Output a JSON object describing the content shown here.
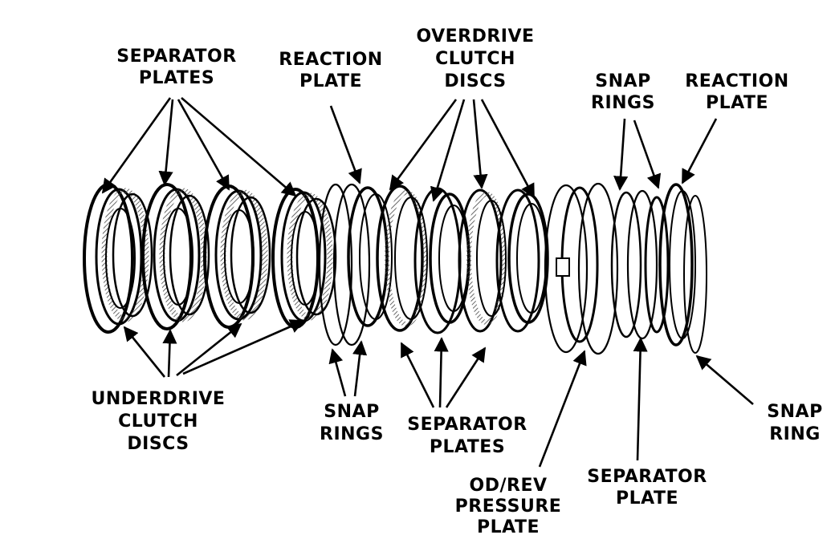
{
  "diagram": {
    "labels": {
      "separator_plates_left": [
        "SEPARATOR",
        "PLATES"
      ],
      "reaction_plate_left": [
        "REACTION",
        "PLATE"
      ],
      "overdrive_clutch_discs": [
        "OVERDRIVE",
        "CLUTCH",
        "DISCS"
      ],
      "snap_rings_top": [
        "SNAP",
        "RINGS"
      ],
      "reaction_plate_right": [
        "REACTION",
        "PLATE"
      ],
      "underdrive_clutch_discs": [
        "UNDERDRIVE",
        "CLUTCH",
        "DISCS"
      ],
      "snap_rings_bottom": [
        "SNAP",
        "RINGS"
      ],
      "separator_plates_bottom": [
        "SEPARATOR",
        "PLATES"
      ],
      "od_rev_pressure_plate": [
        "OD/REV",
        "PRESSURE",
        "PLATE"
      ],
      "separator_plate": [
        "SEPARATOR",
        "PLATE"
      ],
      "snap_ring": [
        "SNAP",
        "RING"
      ]
    },
    "colors": {
      "ink": "#000000",
      "paper": "#ffffff",
      "hatch": "#555555"
    }
  }
}
